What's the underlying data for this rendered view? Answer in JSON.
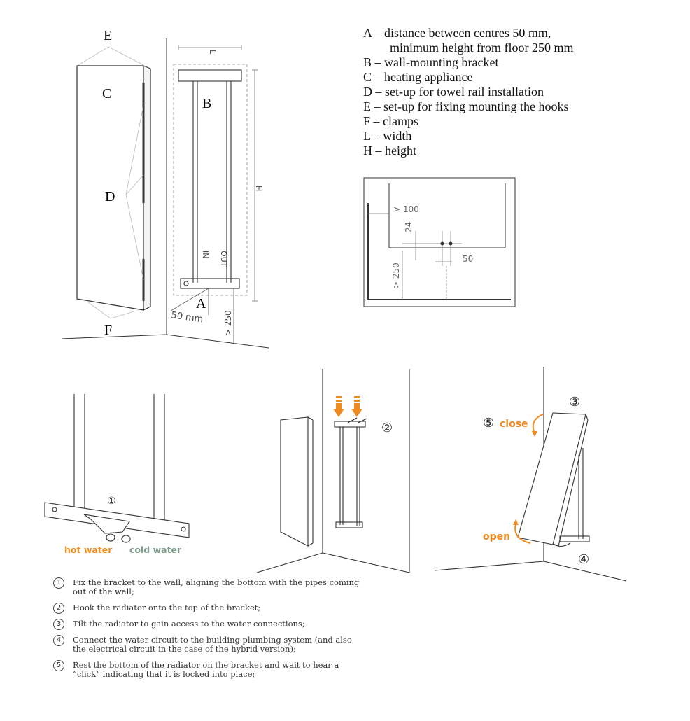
{
  "diagram": {
    "labels": {
      "E": "E",
      "C": "C",
      "D": "D",
      "F": "F",
      "B": "B",
      "A": "A",
      "L": "L",
      "H": "H",
      "in": "IN",
      "out": "OUT",
      "dist50mm": "50 mm",
      "gt250_main": "> 250"
    },
    "legend": [
      "A –  distance between centres 50 mm,",
      "minimum height from floor 250 mm",
      "B – wall-mounting bracket",
      "C – heating appliance",
      "D – set-up for towel rail installation",
      "E – set-up for fixing mounting the hooks",
      "F – clamps",
      "L – width",
      "H – height"
    ],
    "detail": {
      "gt100": "> 100",
      "dim24": "24",
      "gt250": "> 250",
      "dim50": "50"
    },
    "step_figures": {
      "fig1_num": "①",
      "hot_water": "hot water",
      "cold_water": "cold water",
      "fig2_num": "②",
      "fig3_num": "③",
      "close_num": "⑤",
      "close_label": "close",
      "open_label": "open",
      "fig4_num": "④"
    },
    "steps": [
      {
        "num": "1",
        "text": "Fix the bracket to the wall, aligning the bottom with the pipes coming out of the wall;"
      },
      {
        "num": "2",
        "text": "Hook the radiator onto the top of the bracket;"
      },
      {
        "num": "3",
        "text": "Tilt the radiator to gain access to the water connections;"
      },
      {
        "num": "4",
        "text": "Connect the water circuit to the building plumbing system (and also the electrical circuit in the case of the hybrid version);"
      },
      {
        "num": "5",
        "text": "Rest the bottom of the radiator on the bracket and wait to hear a “click” indicating that it is locked into place;"
      }
    ],
    "colors": {
      "orange": "#ee8a1e",
      "cold": "#7f9c8e",
      "line": "#333333"
    }
  }
}
